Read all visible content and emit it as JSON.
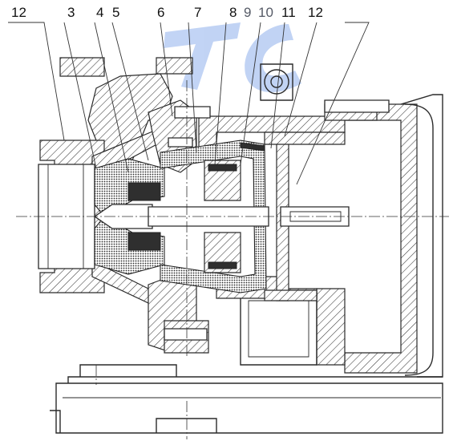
{
  "callouts": [
    {
      "id": "c1",
      "text": "12"
    },
    {
      "id": "c2",
      "text": "3"
    },
    {
      "id": "c3",
      "text": "4"
    },
    {
      "id": "c4",
      "text": "5"
    },
    {
      "id": "c5",
      "text": "6"
    },
    {
      "id": "c6",
      "text": "7"
    },
    {
      "id": "c7",
      "text": "8"
    },
    {
      "id": "c8",
      "text": "9"
    },
    {
      "id": "c9",
      "text": "10"
    },
    {
      "id": "c10",
      "text": "11"
    },
    {
      "id": "c11",
      "text": "12"
    }
  ],
  "colors": {
    "line": "#2a2a2a",
    "watermark": "#3d6fd8",
    "muted_label": "#555a66"
  },
  "watermark": "TC"
}
